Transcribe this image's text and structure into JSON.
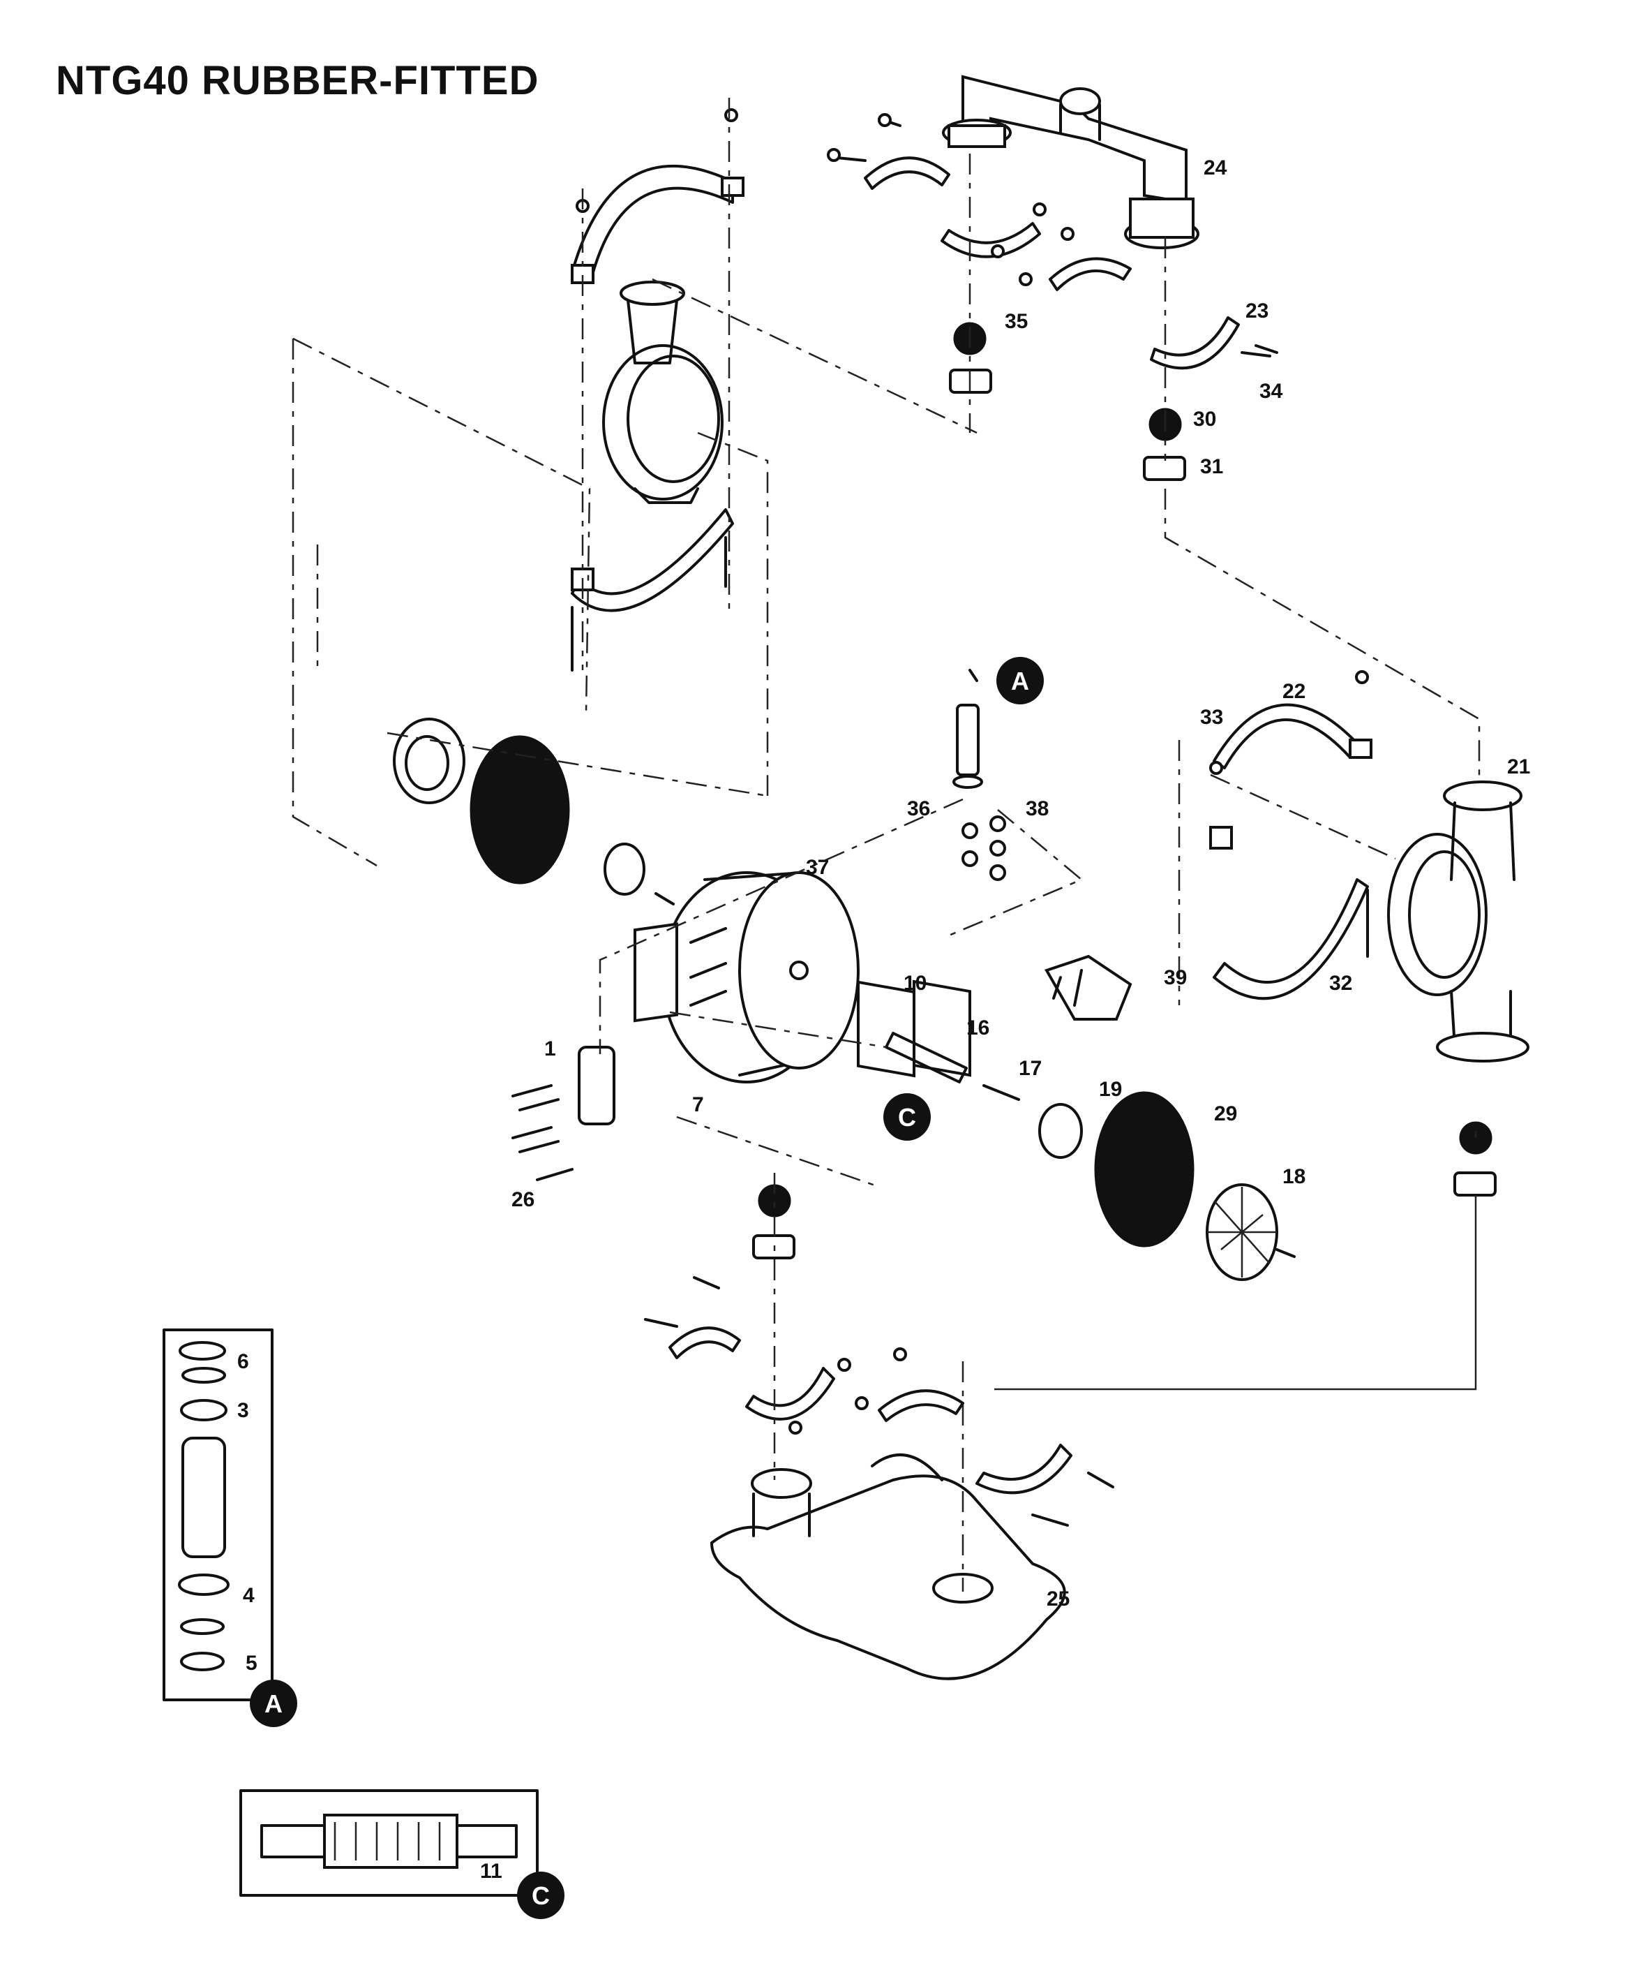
{
  "title": "NTG40 RUBBER-FITTED",
  "callouts": [
    "24",
    "23",
    "35",
    "34",
    "30",
    "31",
    "22",
    "33",
    "21",
    "32",
    "36",
    "38",
    "37",
    "39",
    "10",
    "1",
    "16",
    "17",
    "19",
    "29",
    "18",
    "7",
    "26",
    "25",
    "6",
    "3",
    "4",
    "5",
    "11"
  ],
  "badges": [
    "A",
    "C",
    "A",
    "C"
  ]
}
